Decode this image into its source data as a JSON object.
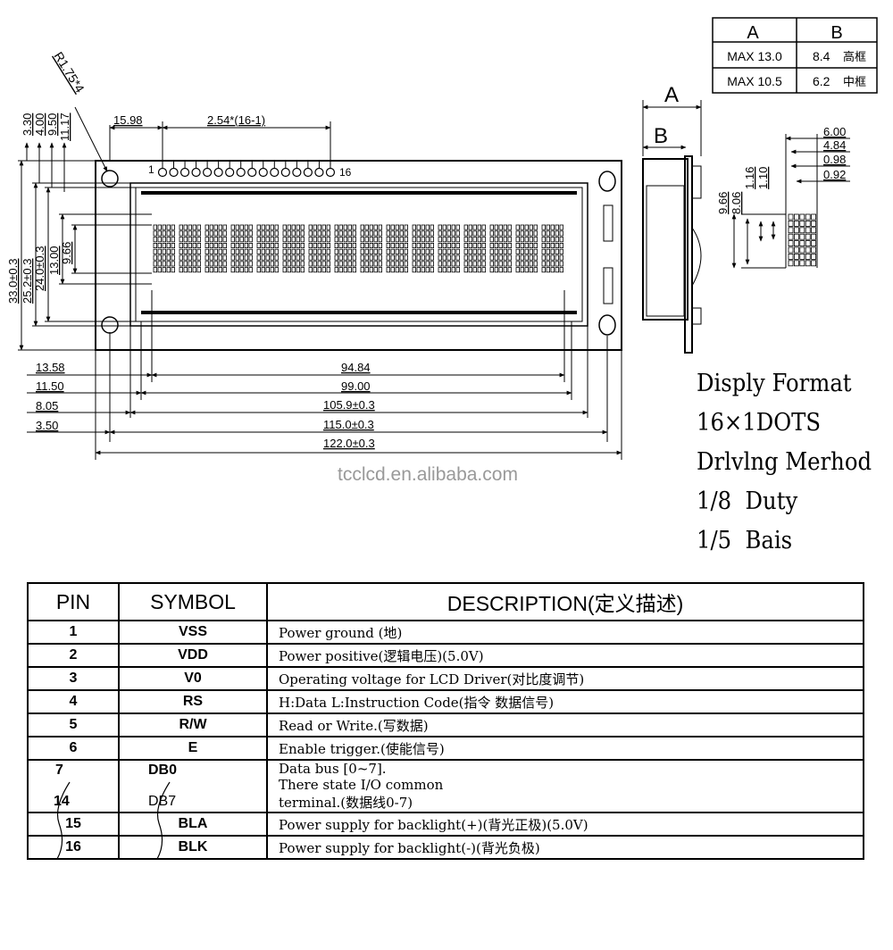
{
  "box_table": {
    "headers": [
      "A",
      "B"
    ],
    "rows": [
      {
        "a": "MAX 13.0",
        "b_value": "8.4",
        "b_label": "高框"
      },
      {
        "a": "MAX 10.5",
        "b_value": "6.2",
        "b_label": "中框"
      }
    ]
  },
  "side_view": {
    "label_a": "A",
    "label_b": "B"
  },
  "front_view": {
    "radius_label": "R1.75*4",
    "pin_first": "1",
    "pin_last": "16",
    "top_dims": {
      "left": "15.98",
      "pitch": "2.54*(16-1)"
    },
    "left_small": [
      "3.30",
      "4.00",
      "9.50",
      "11.17"
    ],
    "left_big": [
      "33.0±0.3",
      "25.2±0.3",
      "24.0±0.3",
      "13.00",
      "9.66"
    ],
    "bottom_left": [
      "13.58",
      "11.50",
      "8.05",
      "3.50"
    ],
    "bottom_main": [
      "94.84",
      "99.00",
      "105.9±0.3",
      "115.0±0.3",
      "122.0±0.3"
    ]
  },
  "pixel_detail": {
    "right": [
      "6.00",
      "4.84",
      "0.98",
      "0.92"
    ],
    "left": [
      "9.66",
      "8.06",
      "1.16",
      "1.10"
    ]
  },
  "watermark": "tcclcd.en.alibaba.com",
  "display_format": [
    "Disply Format",
    "16×1DOTS",
    "Drlvlng Merhod",
    "1/8  Duty",
    "1/5  Bais"
  ],
  "pin_table": {
    "headers": {
      "pin": "PIN",
      "symbol": "SYMBOL",
      "description": "DESCRIPTION(定义描述)"
    },
    "rows": [
      {
        "pin": "1",
        "symbol": "VSS",
        "description": "Power ground (地)"
      },
      {
        "pin": "2",
        "symbol": "VDD",
        "description": "Power positive(逻辑电压)(5.0V)"
      },
      {
        "pin": "3",
        "symbol": "V0",
        "description": "Operating voltage for LCD Driver(对比度调节)"
      },
      {
        "pin": "4",
        "symbol": "RS",
        "description": "H:Data L:Instruction Code(指令 数据信号)"
      },
      {
        "pin": "5",
        "symbol": "R/W",
        "description": "Read or Write.(写数据)"
      },
      {
        "pin": "6",
        "symbol": "E",
        "description": "Enable trigger.(使能信号)"
      }
    ],
    "data_bus": {
      "pin_start": "7",
      "pin_end": "14",
      "symbol_start": "DB0",
      "symbol_end": "DB7",
      "description_lines": [
        "Data bus [0~7].",
        "There state I/O common",
        "terminal.(数据线0-7)"
      ]
    },
    "rows_after": [
      {
        "pin": "15",
        "symbol": "BLA",
        "description": "Power supply for backlight(+)(背光正极)(5.0V)"
      },
      {
        "pin": "16",
        "symbol": "BLK",
        "description": "Power supply for backlight(-)(背光负极)"
      }
    ]
  }
}
